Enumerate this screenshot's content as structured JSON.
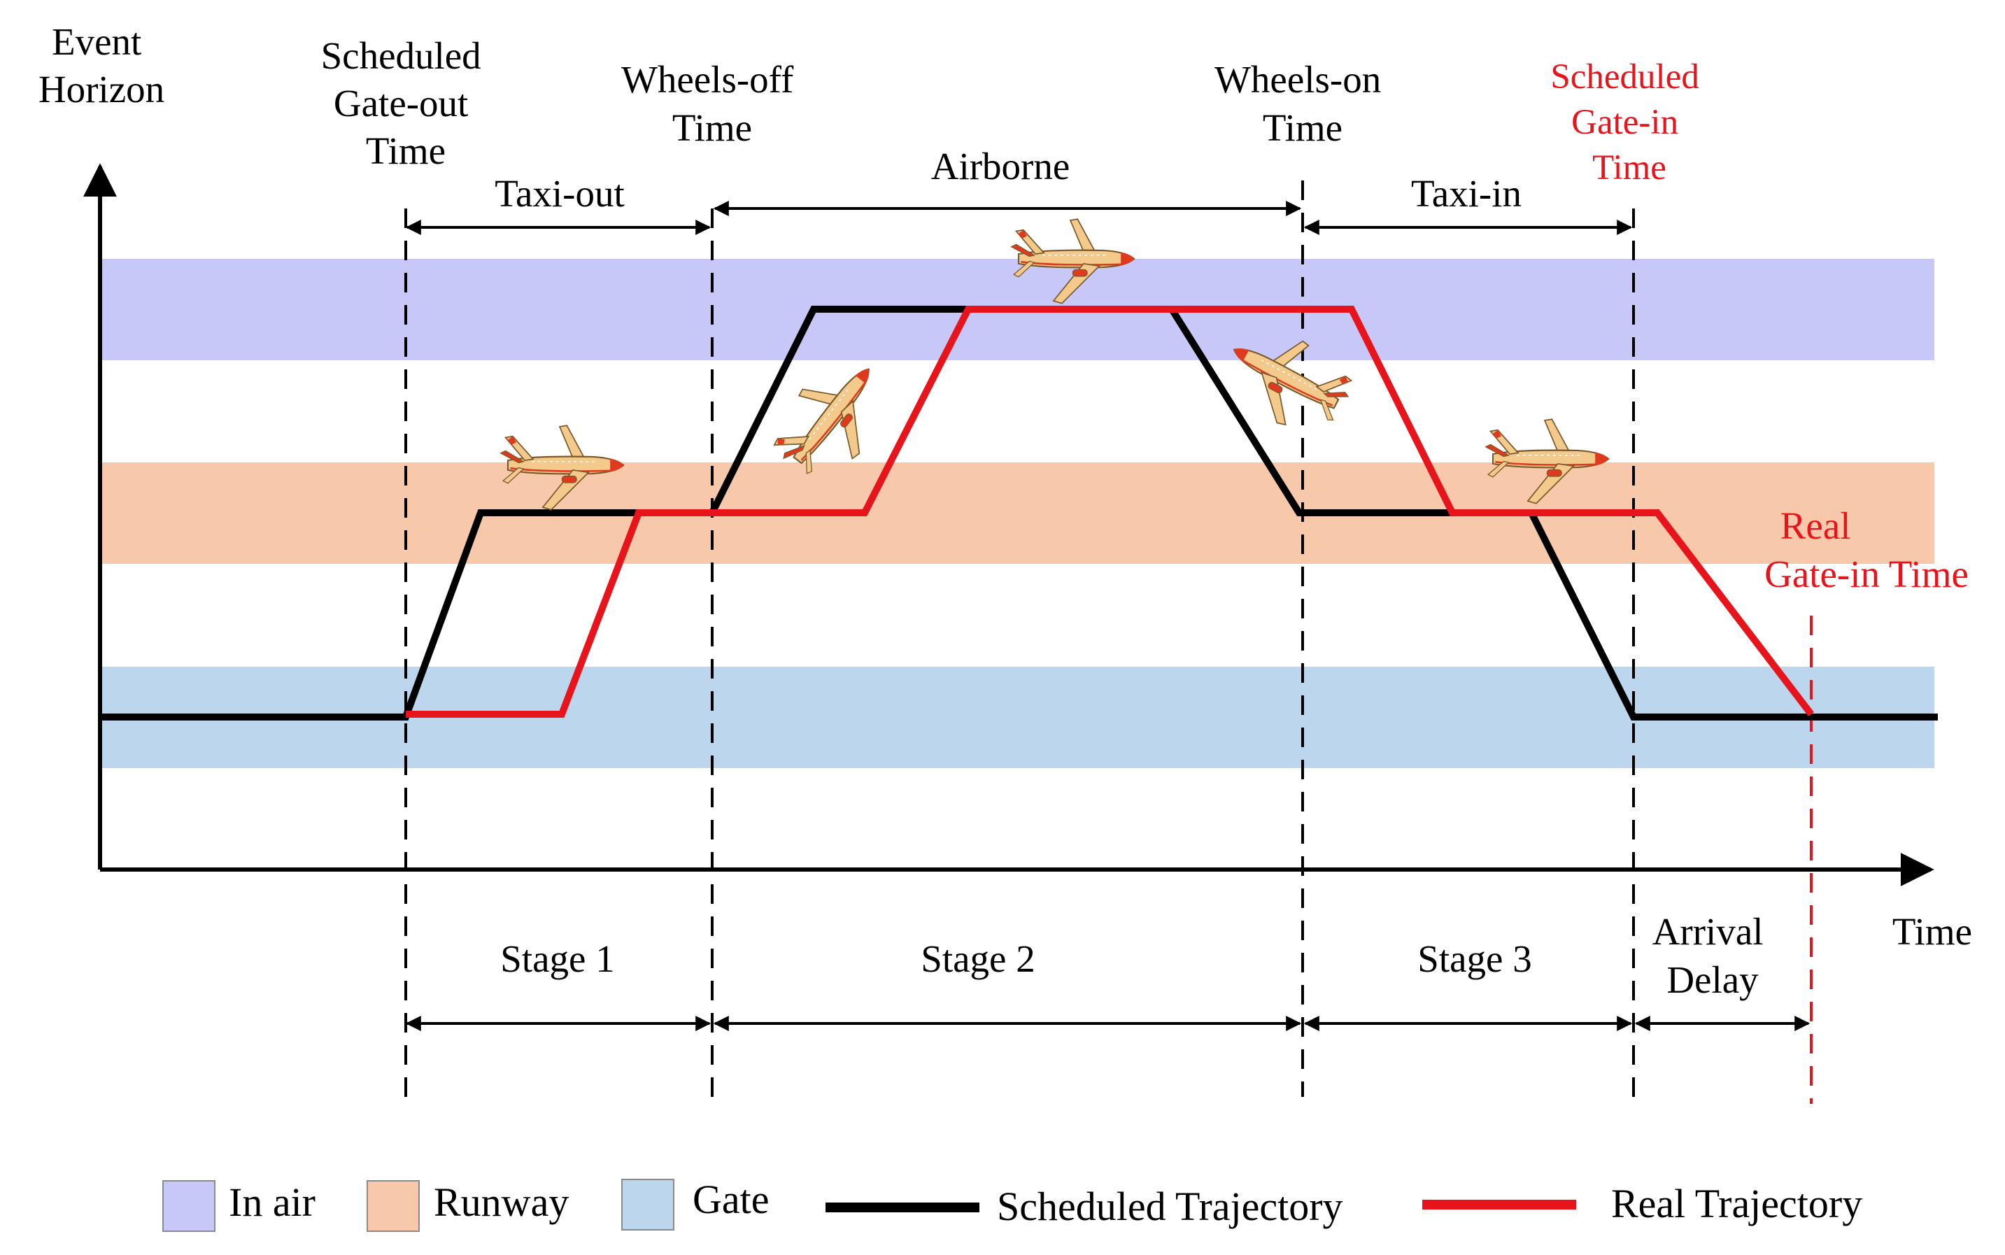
{
  "colors": {
    "in_air": "#c8c8f8",
    "runway": "#f7c9aa",
    "gate": "#bcd6ee",
    "scheduled": "#000000",
    "real": "#e8141c",
    "text": "#000000",
    "red_text": "#e8141c",
    "plane_body": "#f3c98c",
    "plane_accent": "#e03a1e"
  },
  "axes": {
    "y_label": [
      "Event",
      "Horizon"
    ],
    "x_label": "Time"
  },
  "events": {
    "gate_out": [
      "Scheduled",
      "Gate-out",
      "Time"
    ],
    "wheels_off": [
      "Wheels-off",
      "Time"
    ],
    "wheels_on": [
      "Wheels-on",
      "Time"
    ],
    "sched_gate_in": [
      "Scheduled",
      "Gate-in",
      "Time"
    ],
    "real_gate_in": [
      "Real",
      "Gate-in Time"
    ]
  },
  "phases": {
    "taxi_out": "Taxi-out",
    "airborne": "Airborne",
    "taxi_in": "Taxi-in"
  },
  "stages": {
    "stage1": "Stage 1",
    "stage2": "Stage 2",
    "stage3": "Stage 3",
    "delay": [
      "Arrival",
      "Delay"
    ]
  },
  "legend": {
    "in_air": "In air",
    "runway": "Runway",
    "gate": "Gate",
    "scheduled": "Scheduled Trajectory",
    "real": "Real Trajectory"
  },
  "icons": {
    "plane": "airplane-icon"
  }
}
